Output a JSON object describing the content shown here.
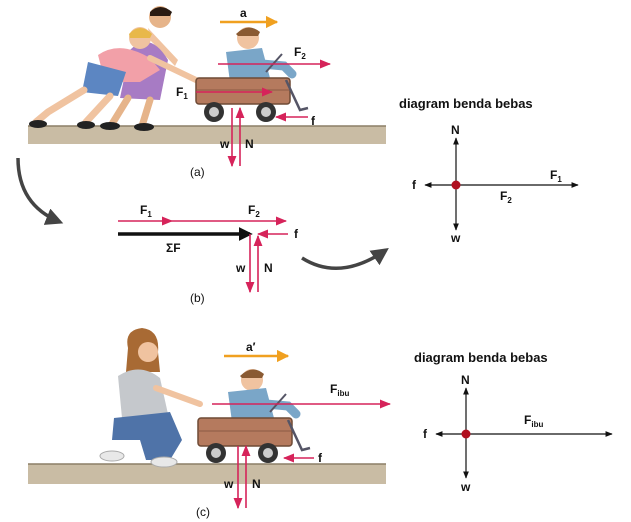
{
  "colors": {
    "force": "#d6235a",
    "accel": "#f0a020",
    "ground": "#c9bca4",
    "ground_edge": "#8c7f66",
    "wagon": "#b57a5e",
    "black": "#111111",
    "dot": "#b00f1f",
    "curve": "#444444"
  },
  "panel_a": {
    "caption": "(a)",
    "accel": {
      "letter": "a"
    },
    "f2": {
      "letter": "F",
      "sub": "2"
    },
    "f1": {
      "letter": "F",
      "sub": "1"
    },
    "f": "f",
    "w": "w",
    "n": "N"
  },
  "fbd_1": {
    "title": "diagram benda bebas",
    "n": "N",
    "f": "f",
    "w": "w",
    "f1": {
      "letter": "F",
      "sub": "1"
    },
    "f2": {
      "letter": "F",
      "sub": "2"
    }
  },
  "panel_b": {
    "caption": "(b)",
    "f1": {
      "letter": "F",
      "sub": "1"
    },
    "f2": {
      "letter": "F",
      "sub": "2"
    },
    "sum_f": "ΣF",
    "f": "f",
    "w": "w",
    "n": "N"
  },
  "panel_c": {
    "caption": "(c)",
    "accel": {
      "letter": "a′"
    },
    "fibu": {
      "letter": "F",
      "sub": "ibu"
    },
    "f": "f",
    "w": "w",
    "n": "N"
  },
  "fbd_2": {
    "title": "diagram benda bebas",
    "n": "N",
    "f": "f",
    "w": "w",
    "fibu": {
      "letter": "F",
      "sub": "ibu"
    }
  }
}
